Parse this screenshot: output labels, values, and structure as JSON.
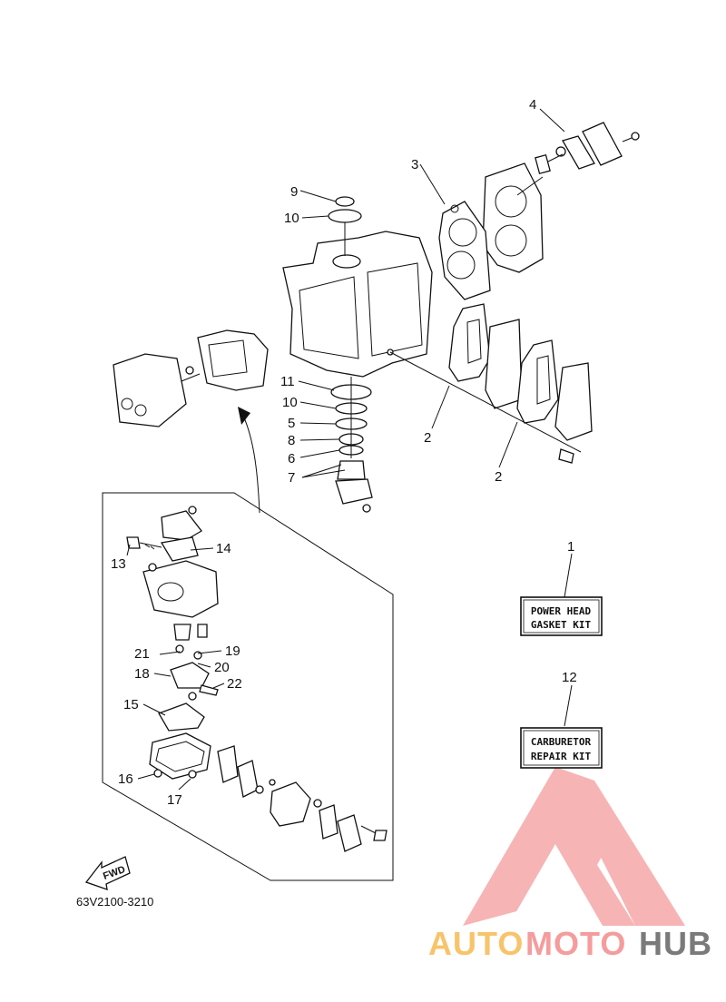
{
  "callouts": {
    "c1": "1",
    "c2a": "2",
    "c2b": "2",
    "c3": "3",
    "c4": "4",
    "c5": "5",
    "c6": "6",
    "c7": "7",
    "c8": "8",
    "c9": "9",
    "c10a": "10",
    "c10b": "10",
    "c11": "11",
    "c12": "12",
    "c13": "13",
    "c14": "14",
    "c15": "15",
    "c16": "16",
    "c17": "17",
    "c18": "18",
    "c19": "19",
    "c20": "20",
    "c21": "21",
    "c22": "22"
  },
  "kits": {
    "power_head": {
      "line1": "POWER HEAD",
      "line2": "GASKET KIT"
    },
    "carburetor": {
      "line1": "CARBURETOR",
      "line2": "REPAIR KIT"
    }
  },
  "fwd_label": "FWD",
  "diagram_code": "63V2100-3210",
  "watermark": {
    "part1": "AUTO",
    "part2": "MOTO",
    "part3": "HUB",
    "color1": "#f7c46b",
    "color2": "#f59c9c",
    "color3": "#7a7a7a"
  }
}
